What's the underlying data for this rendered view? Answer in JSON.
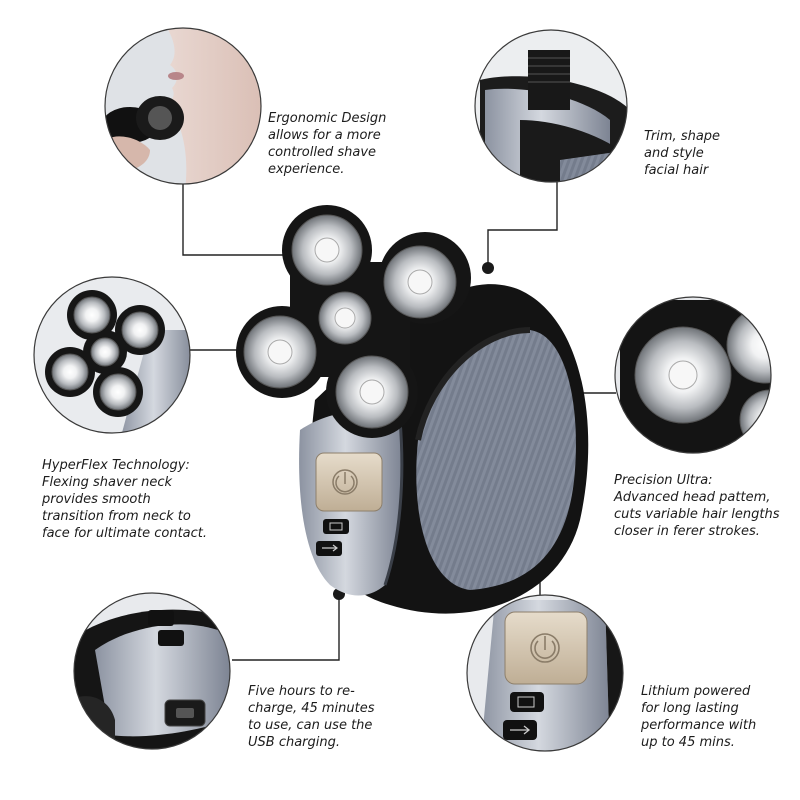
{
  "features": {
    "ergonomic": {
      "lines": [
        "Ergonomic Design",
        "allows for a more",
        "controlled shave",
        "experience."
      ]
    },
    "trim": {
      "lines": [
        "Trim, shape",
        "and style",
        "facial hair"
      ]
    },
    "hyperflex": {
      "lines": [
        "HyperFlex Technology:",
        "Flexing shaver neck",
        "provides smooth",
        "transition from neck to",
        "face for ultimate contact."
      ]
    },
    "precision": {
      "lines": [
        "Precision Ultra:",
        "Advanced head pattem,",
        "cuts variable hair lengths",
        "closer in ferer strokes."
      ]
    },
    "charging": {
      "lines": [
        "Five hours to re-",
        "charge, 45 minutes",
        "to use, can use the",
        "USB charging."
      ]
    },
    "lithium": {
      "lines": [
        "Lithium powered",
        "for long lasting",
        "performance with",
        "up to 45 mins."
      ]
    }
  },
  "colors": {
    "body_black": "#151515",
    "body_grey": "#7b8494",
    "ribbed_panel": "#8a92a3",
    "chrome": "#b8bcc6",
    "button_gold": "#d6c8b3",
    "foil": "#d9dcdf",
    "leader_line": "#222222"
  }
}
